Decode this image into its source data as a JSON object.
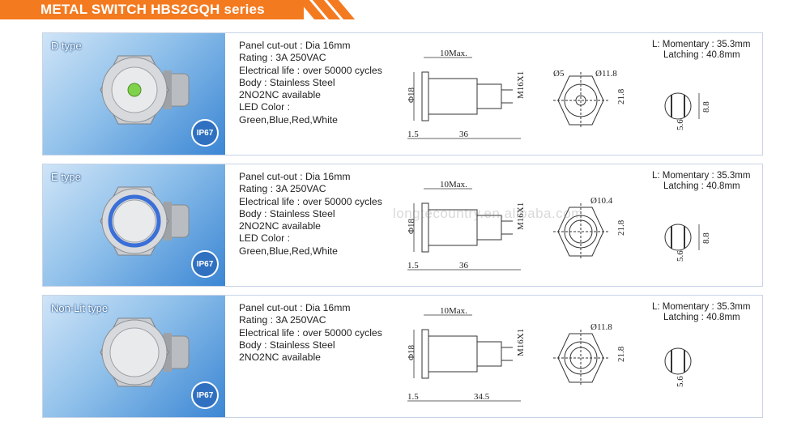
{
  "banner": {
    "title": "METAL SWITCH HBS2GQH series"
  },
  "rows": [
    {
      "type_label": "D type",
      "ip_badge": "IP67",
      "specs": [
        "Panel cut-out : Dia 16mm",
        "Rating : 3A 250VAC",
        "Electrical life : over 50000 cycles",
        "Body : Stainless Steel",
        "2NO2NC available",
        "LED Color :",
        "Green,Blue,Red,White"
      ],
      "note_momentary": "L: Momentary : 35.3mm",
      "note_latching": "Latching : 40.8mm",
      "dims": {
        "top": "10Max.",
        "dia_side": "Φ18",
        "thread": "M16X1",
        "left": "1.5",
        "length": "36",
        "face_a": "Ø5",
        "face_b": "Ø11.8",
        "hex": "21.8",
        "pin_a": "8.8",
        "pin_b": "5.6"
      },
      "led_color": "#7fd24a"
    },
    {
      "type_label": "E type",
      "ip_badge": "IP67",
      "specs": [
        "Panel cut-out : Dia 16mm",
        "Rating : 3A 250VAC",
        "Electrical life : over 50000 cycles",
        "Body : Stainless Steel",
        "2NO2NC available",
        "LED Color :",
        "Green,Blue,Red,White"
      ],
      "note_momentary": "L: Momentary : 35.3mm",
      "note_latching": "Latching : 40.8mm",
      "dims": {
        "top": "10Max.",
        "dia_side": "Φ18",
        "thread": "M16X1",
        "left": "1.5",
        "length": "36",
        "face_b": "Ø10.4",
        "hex": "21.8",
        "pin_a": "8.8",
        "pin_b": "5.6"
      },
      "led_color": "#3a6fd8"
    },
    {
      "type_label": "Non-Lit type",
      "ip_badge": "IP67",
      "specs": [
        "Panel cut-out : Dia 16mm",
        "Rating : 3A 250VAC",
        "Electrical life : over 50000 cycles",
        "Body : Stainless Steel",
        "2NO2NC available"
      ],
      "note_momentary": "L: Momentary : 35.3mm",
      "note_latching": "Latching : 40.8mm",
      "dims": {
        "top": "10Max.",
        "dia_side": "Φ18",
        "thread": "M16X1",
        "left": "1.5",
        "length": "34.5",
        "face_b": "Ø11.8",
        "hex": "21.8",
        "pin_b": "5.6"
      },
      "led_color": ""
    }
  ],
  "watermark": "longtecountry.en.alibaba.com",
  "colors": {
    "banner": "#f47a20",
    "photo_bg": "#5b9fe0",
    "ip_badge": "#2f71c0",
    "border": "#c8d3e6"
  }
}
